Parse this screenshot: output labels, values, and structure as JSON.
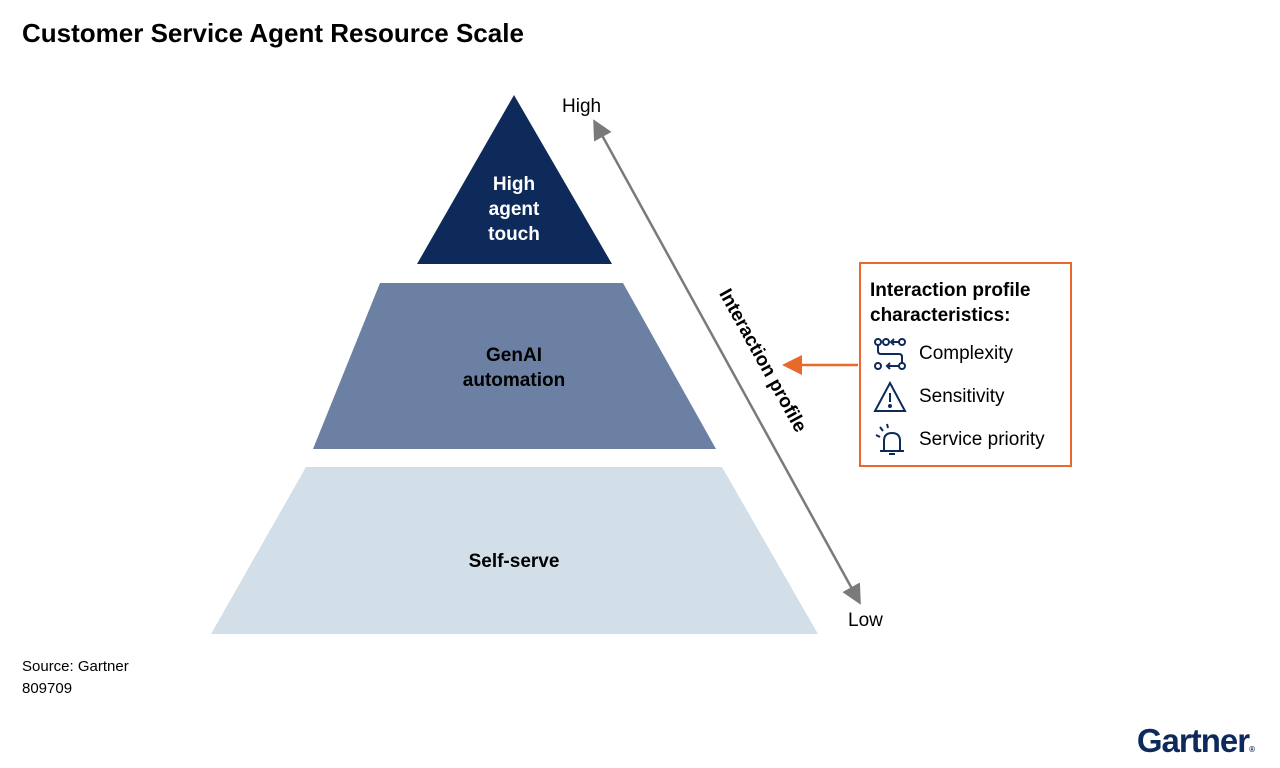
{
  "title": "Customer Service Agent Resource Scale",
  "pyramid": {
    "tiers": [
      {
        "label": "High\nagent\ntouch",
        "color": "#0e2a5a",
        "text_color": "#ffffff"
      },
      {
        "label": "GenAI\nautomation",
        "color": "#6b80a3",
        "text_color": "#000000"
      },
      {
        "label": "Self-serve",
        "color": "#d2dfe9",
        "text_color": "#000000"
      }
    ]
  },
  "axis": {
    "label": "Interaction profile",
    "high": "High",
    "low": "Low"
  },
  "characteristics": {
    "title": "Interaction profile characteristics:",
    "items": [
      {
        "label": "Complexity",
        "icon": "complexity-icon"
      },
      {
        "label": "Sensitivity",
        "icon": "warning-triangle-icon"
      },
      {
        "label": "Service priority",
        "icon": "bell-icon"
      }
    ],
    "accent": "#e8692a"
  },
  "footer": {
    "source": "Source: Gartner",
    "id": "809709"
  },
  "logo": "Gartner"
}
